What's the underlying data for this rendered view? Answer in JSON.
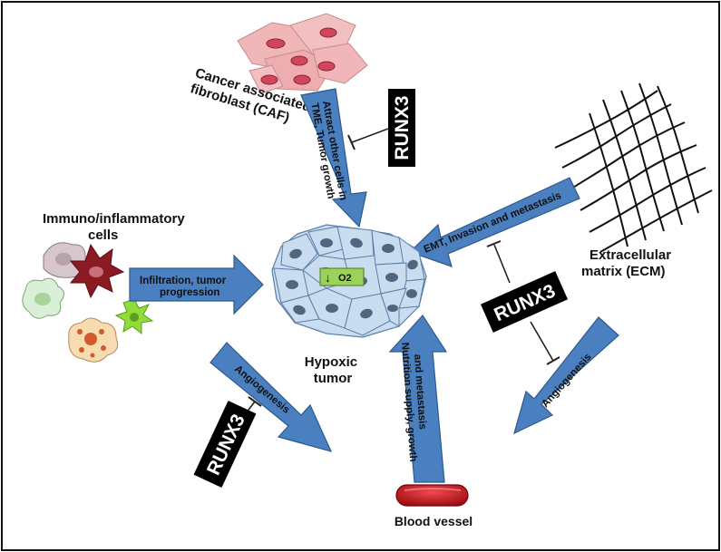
{
  "labels": {
    "caf": [
      "Cancer associated",
      "fibroblast (CAF)"
    ],
    "immuno": [
      "Immuno/inflammatory",
      "cells"
    ],
    "ecm": [
      "Extracellular",
      "matrix (ECM)"
    ],
    "tumor": [
      "Hypoxic",
      "tumor"
    ],
    "vessel": "Blood vessel",
    "o2": "O2"
  },
  "arrows": {
    "caf": [
      "Attract other cells in",
      "TME, Tumor growth"
    ],
    "immuno": [
      "Infiltration, tumor",
      "progression"
    ],
    "ecm": "EMT, Invasion and metastasis",
    "vessel": [
      "Nutrition supply, growth",
      "and metastasis"
    ],
    "angio_left": "Angiogenesis",
    "angio_right": "Angiogenesis"
  },
  "runx3": {
    "top": "RUNX3",
    "right": "RUNX3",
    "bottom": "RUNX3"
  },
  "colors": {
    "arrow_fill": "#4a7fc0",
    "arrow_stroke": "#2d5a8c",
    "runx_box": "#000000",
    "tumor_cell": "#c9dcf0",
    "nucleus": "#52657f",
    "fibroblast": "#f1b6b8",
    "vessel": "#c8141b",
    "o2_box": "#9bd25a"
  }
}
